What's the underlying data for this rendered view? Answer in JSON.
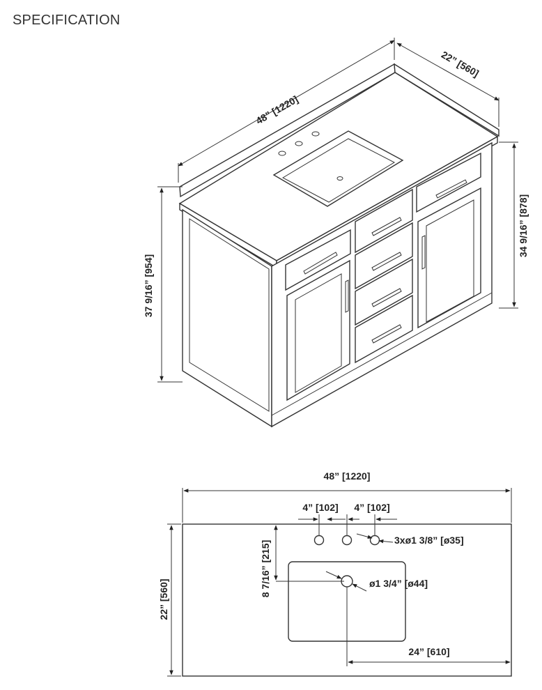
{
  "page": {
    "title": "SPECIFICATION"
  },
  "perspective": {
    "width": "48” [1220]",
    "depth": "22” [560]",
    "cabinet_height": "34 9/16” [878]",
    "overall_height": "37 9/16” [954]"
  },
  "top_view": {
    "width": "48” [1220]",
    "depth": "22” [560]",
    "faucet_spacing_left": "4” [102]",
    "faucet_spacing_right": "4” [102]",
    "faucet_holes": "3xø1 3/8” [ø35]",
    "sink_offset": "8 7/16” [215]",
    "drain": "ø1 3/4” [ø44]",
    "drain_to_edge": "24” [610]"
  }
}
